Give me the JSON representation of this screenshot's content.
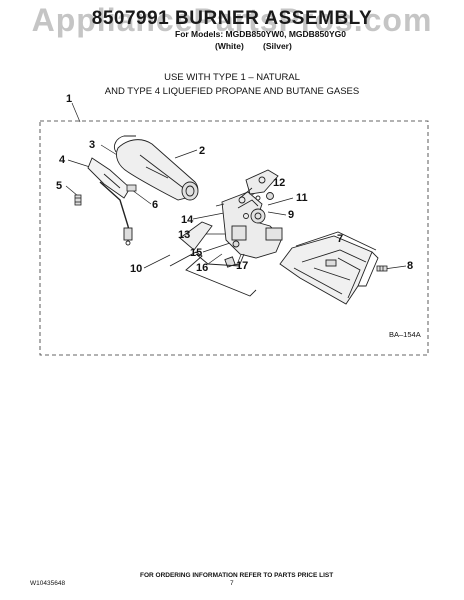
{
  "header": {
    "watermark": "AppliancePartsPros.com",
    "title": "8507991 BURNER ASSEMBLY",
    "models_line": "For Models: MGDB850YW0, MGDB850YG0",
    "color_white": "(White)",
    "color_silver": "(Silver)"
  },
  "usage_note": {
    "line1": "USE WITH TYPE 1 –  NATURAL",
    "line2": "AND TYPE 4     LIQUEFIED PROPANE AND BUTANE GASES"
  },
  "callouts": [
    "1",
    "2",
    "3",
    "4",
    "5",
    "6",
    "7",
    "8",
    "9",
    "10",
    "11",
    "12",
    "13",
    "14",
    "15",
    "16",
    "17"
  ],
  "figure_code": "BA–154A",
  "footer": {
    "doc_number": "W10435648",
    "ordering_note": "FOR ORDERING INFORMATION REFER TO PARTS PRICE LIST",
    "page_number": "7"
  }
}
